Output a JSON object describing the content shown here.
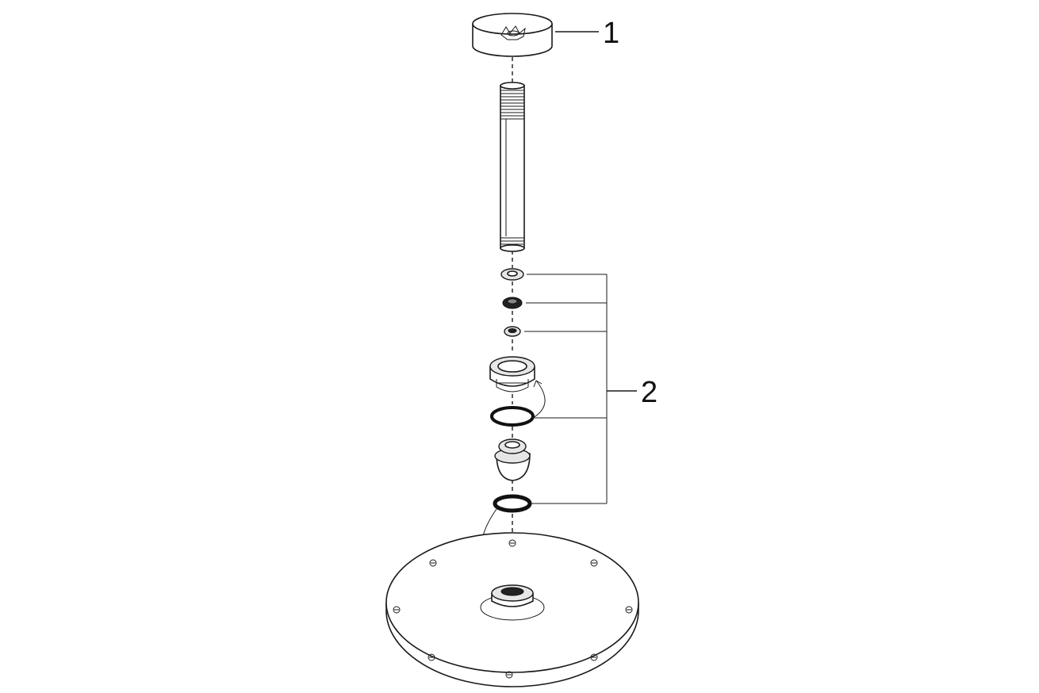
{
  "callouts": [
    {
      "id": "1",
      "text": "1"
    },
    {
      "id": "2",
      "text": "2"
    }
  ]
}
